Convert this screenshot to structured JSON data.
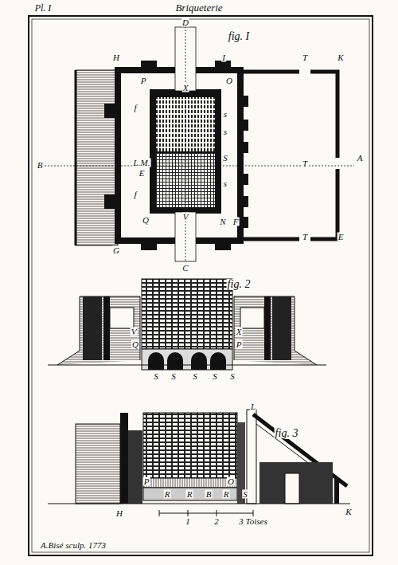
{
  "diagram": {
    "title": "Briqueterie",
    "labels": [
      "Pl. I",
      "fig. I",
      "D",
      "H",
      "I",
      "T",
      "K",
      "P",
      "X",
      "O",
      "f",
      "s",
      "s",
      "B",
      "L.M.",
      "E",
      "S",
      "A",
      "T",
      "s",
      "f",
      "Q",
      "V",
      "N",
      "F",
      "G",
      "T",
      "E",
      "C",
      "fig. 2",
      "V",
      "X",
      "Q",
      "P",
      "S",
      "S",
      "S",
      "S",
      "S",
      "L",
      "fig. 3",
      "P",
      "O",
      "R",
      "R",
      "B",
      "R",
      "S",
      "K",
      "H",
      "1",
      "2",
      "3 Toises",
      "A.Bisé sculp. 1773"
    ]
  }
}
